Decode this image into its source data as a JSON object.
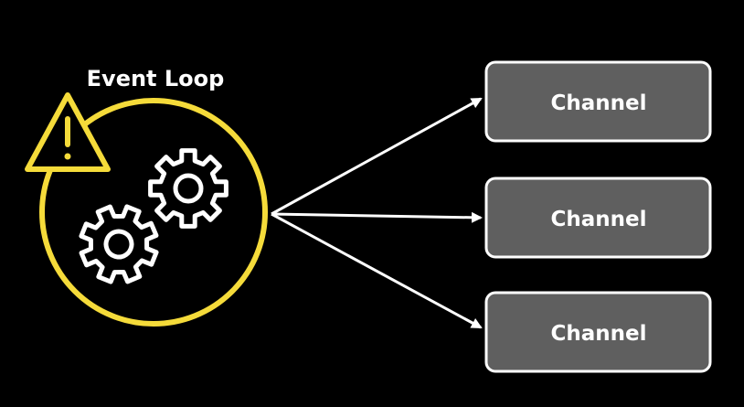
{
  "diagram": {
    "event_loop": {
      "title": "Event Loop"
    },
    "channels": [
      {
        "label": "Channel"
      },
      {
        "label": "Channel"
      },
      {
        "label": "Channel"
      }
    ]
  },
  "colors": {
    "background": "#000000",
    "accent": "#F5DB3A",
    "channel_fill": "#5F5F5F",
    "channel_border": "#FFFFFF",
    "text": "#FFFFFF"
  },
  "icons": {
    "warning": "warning-icon",
    "gears": "gears-icon",
    "arrow": "arrow-icon"
  }
}
